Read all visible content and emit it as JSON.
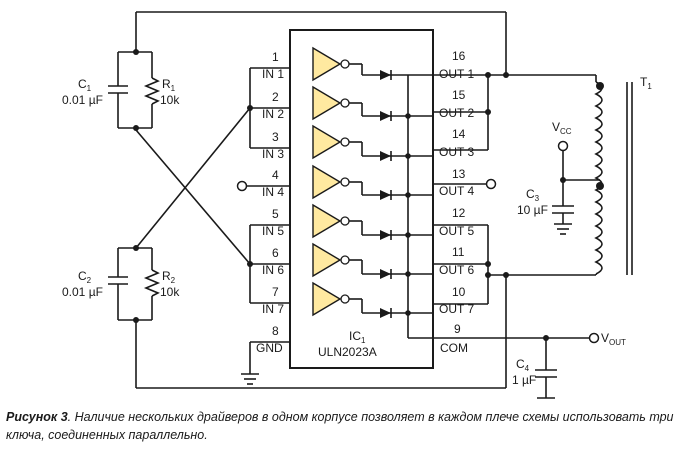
{
  "ic": {
    "designator": "IC",
    "designator_sub": "1",
    "part": "ULN2023A",
    "inputs": [
      {
        "pin": "1",
        "label": "IN 1"
      },
      {
        "pin": "2",
        "label": "IN 2"
      },
      {
        "pin": "3",
        "label": "IN 3"
      },
      {
        "pin": "4",
        "label": "IN 4"
      },
      {
        "pin": "5",
        "label": "IN 5"
      },
      {
        "pin": "6",
        "label": "IN 6"
      },
      {
        "pin": "7",
        "label": "IN 7"
      }
    ],
    "outputs": [
      {
        "pin": "16",
        "label": "OUT 1"
      },
      {
        "pin": "15",
        "label": "OUT 2"
      },
      {
        "pin": "14",
        "label": "OUT 3"
      },
      {
        "pin": "13",
        "label": "OUT 4"
      },
      {
        "pin": "12",
        "label": "OUT 5"
      },
      {
        "pin": "11",
        "label": "OUT 6"
      },
      {
        "pin": "10",
        "label": "OUT 7"
      }
    ],
    "gnd": {
      "pin": "8",
      "label": "GND"
    },
    "com": {
      "pin": "9",
      "label": "COM"
    }
  },
  "components": {
    "c1": {
      "name": "C",
      "sub": "1",
      "value": "0.01 µF"
    },
    "r1": {
      "name": "R",
      "sub": "1",
      "value": "10k"
    },
    "c2": {
      "name": "C",
      "sub": "2",
      "value": "0.01 µF"
    },
    "r2": {
      "name": "R",
      "sub": "2",
      "value": "10k"
    },
    "c3": {
      "name": "C",
      "sub": "3",
      "value": "10 µF"
    },
    "c4": {
      "name": "C",
      "sub": "4",
      "value": "1 µF"
    },
    "t1": {
      "name": "T",
      "sub": "1"
    },
    "vcc": {
      "name": "V",
      "sub": "CC"
    },
    "vout": {
      "name": "V",
      "sub": "OUT"
    }
  },
  "caption": {
    "lead": "Рисунок 3",
    "text": ". Наличие нескольких драйверов в одном корпусе позволяет в каждом плече схемы использовать три ключа, соединенных параллельно."
  }
}
